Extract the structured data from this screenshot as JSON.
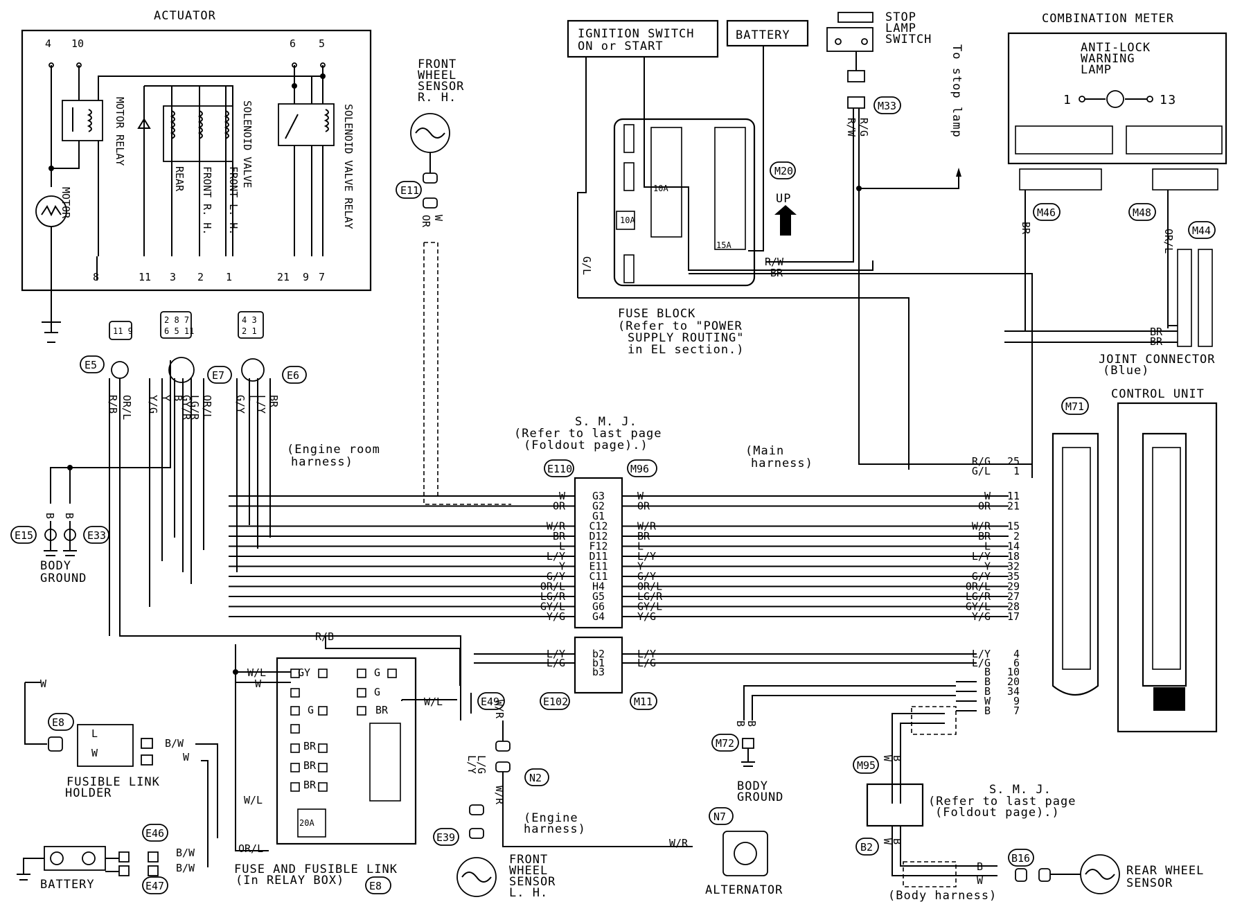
{
  "components": {
    "actuator": {
      "title": "ACTUATOR",
      "motor_relay": "MOTOR RELAY",
      "motor": "MOTOR",
      "solenoid_valve_relay": "SOLENOID VALVE RELAY",
      "solenoid_valve": "SOLENOID VALVE",
      "rear": "REAR",
      "front_rh": "FRONT R. H.",
      "front_lh": "FRONT L. H.",
      "top_pins": [
        "4",
        "10",
        "6",
        "5"
      ],
      "bottom_pins": [
        "8",
        "11",
        "3",
        "2",
        "1",
        "21",
        "9",
        "7"
      ]
    },
    "front_wheel_sensor_rh": [
      "FRONT",
      "WHEEL",
      "SENSOR",
      "R. H."
    ],
    "ignition_switch": [
      "IGNITION SWITCH",
      "ON or START"
    ],
    "battery_top": "BATTERY",
    "stop_lamp_switch": [
      "STOP",
      "LAMP",
      "SWITCH"
    ],
    "to_stop_lamp": "To stop lamp",
    "combination_meter": "COMBINATION METER",
    "anti_lock_lamp": [
      "ANTI-LOCK",
      "WARNING",
      "LAMP"
    ],
    "lamp_pins": [
      "1",
      "13"
    ],
    "fuse_block": [
      "FUSE BLOCK",
      "(Refer to \"POWER",
      "SUPPLY ROUTING\"",
      "in EL section.)"
    ],
    "fuse_10a": "10A",
    "fuse_15a": "15A",
    "up_label": "UP",
    "joint_connector": [
      "JOINT CONNECTOR",
      "(Blue)"
    ],
    "control_unit": "CONTROL UNIT",
    "smj_top": [
      "S. M. J.",
      "(Refer to last page",
      "(Foldout page).)"
    ],
    "engine_room_harness": [
      "(Engine room",
      "harness)"
    ],
    "main_harness": [
      "(Main",
      "harness)"
    ],
    "body_ground": [
      "BODY",
      "GROUND"
    ],
    "fusible_link_holder": [
      "FUSIBLE LINK",
      "HOLDER"
    ],
    "battery_bottom": "BATTERY",
    "fuse_relay_box": [
      "FUSE AND FUSIBLE LINK",
      "(In RELAY BOX)"
    ],
    "fusible_20a": "20A",
    "front_wheel_sensor_lh": [
      "FRONT",
      "WHEEL",
      "SENSOR",
      "L. H."
    ],
    "engine_harness": [
      "(Engine",
      "harness)"
    ],
    "alternator": "ALTERNATOR",
    "smj_bottom": [
      "S. M. J.",
      "(Refer to last page",
      "(Foldout page).)"
    ],
    "rear_wheel_sensor": [
      "REAR WHEEL",
      "SENSOR"
    ],
    "body_harness": "(Body harness)"
  },
  "connectors": {
    "E5": "E5",
    "E6": "E6",
    "E7": "E7",
    "E8": "E8",
    "E8b": "E8",
    "E11": "E11",
    "E15": "E15",
    "E33": "E33",
    "E39": "E39",
    "E46": "E46",
    "E47": "E47",
    "E49": "E49",
    "E102": "E102",
    "E110": "E110",
    "M11": "M11",
    "M20": "M20",
    "M33": "M33",
    "M44": "M44",
    "M46": "M46",
    "M48": "M48",
    "M71": "M71",
    "M72": "M72",
    "M95": "M95",
    "M96": "M96",
    "N2": "N2",
    "N7": "N7",
    "B2": "B2",
    "B16": "B16"
  },
  "connector_faces": {
    "e5": "11 9",
    "e7_top": "2 8 7",
    "e7_bottom": "6 5 11",
    "e6_top": "4 3",
    "e6_bottom": "2 1"
  },
  "smj_rows": [
    {
      "left": "W",
      "pin": "G3",
      "right": "W",
      "cu": "W",
      "n": "11"
    },
    {
      "left": "OR",
      "pin": "G2",
      "right": "OR",
      "cu": "OR",
      "n": "21"
    },
    {
      "left": "",
      "pin": "G1",
      "right": "",
      "cu": "",
      "n": ""
    },
    {
      "left": "W/R",
      "pin": "C12",
      "right": "W/R",
      "cu": "W/R",
      "n": "15"
    },
    {
      "left": "BR",
      "pin": "D12",
      "right": "BR",
      "cu": "BR",
      "n": "2"
    },
    {
      "left": "L",
      "pin": "F12",
      "right": "L",
      "cu": "L",
      "n": "14"
    },
    {
      "left": "L/Y",
      "pin": "D11",
      "right": "L/Y",
      "cu": "L/Y",
      "n": "18"
    },
    {
      "left": "Y",
      "pin": "E11",
      "right": "Y",
      "cu": "Y",
      "n": "32"
    },
    {
      "left": "G/Y",
      "pin": "C11",
      "right": "G/Y",
      "cu": "G/Y",
      "n": "35"
    },
    {
      "left": "OR/L",
      "pin": "H4",
      "right": "OR/L",
      "cu": "OR/L",
      "n": "29"
    },
    {
      "left": "LG/R",
      "pin": "G5",
      "right": "LG/R",
      "cu": "LG/R",
      "n": "27"
    },
    {
      "left": "GY/L",
      "pin": "G6",
      "right": "GY/L",
      "cu": "GY/L",
      "n": "28"
    },
    {
      "left": "Y/G",
      "pin": "G4",
      "right": "Y/G",
      "cu": "Y/G",
      "n": "17"
    }
  ],
  "cu_top_rows": [
    {
      "label": "R/G",
      "n": "25"
    },
    {
      "label": "G/L",
      "n": "1"
    }
  ],
  "smj2_rows": [
    {
      "left": "L/Y",
      "pin": "b2",
      "right": "L/Y",
      "cu": "L/Y",
      "n": "4"
    },
    {
      "left": "L/G",
      "pin": "b1",
      "right": "L/G",
      "cu": "L/G",
      "n": "6"
    },
    {
      "left": "",
      "pin": "b3",
      "right": "",
      "cu": "B",
      "n": "10"
    }
  ],
  "cu_b_rows": [
    {
      "label": "B",
      "n": "20"
    },
    {
      "label": "B",
      "n": "34"
    },
    {
      "label": "W",
      "n": "9"
    },
    {
      "label": "B",
      "n": "7"
    }
  ],
  "wire_labels": {
    "rw": "R/W",
    "br_fuse": "BR",
    "gl": "G/L",
    "rg": "R/G",
    "rw2": "R/W",
    "br_m46": "BR",
    "orl_m48": "OR/L",
    "br_j1": "BR",
    "br_j2": "BR",
    "rb": "R/B",
    "orl_e5": "OR/L",
    "yg": "Y/G",
    "y_e7": "Y",
    "b_e7": "B",
    "gyr": "GY/R",
    "lgr": "LG/R",
    "orl_e7": "OR/L",
    "gy": "G/Y",
    "l_e6": "L",
    "ly_e6": "L/Y",
    "br_e6": "BR",
    "w_e11": "W",
    "or_e11": "OR",
    "b_e15": "B",
    "b_e33": "B",
    "rb2": "R/B",
    "wl1": "W/L",
    "w1": "W",
    "w_left": "W",
    "wl2": "W/L",
    "wl3": "W/L",
    "orl_fuse": "OR/L",
    "bw1": "B/W",
    "w_fl": "W",
    "bw2": "B/W",
    "bw3": "B/W",
    "l_fl": "L",
    "w_fl2": "W",
    "gy_fb": "GY",
    "g1": "G",
    "g2": "G",
    "g3": "G",
    "br1": "BR",
    "br2": "BR",
    "br3": "BR",
    "br4": "BR",
    "wr_e49": "W/R",
    "wr_n2": "W/R",
    "ly_b": "L/Y",
    "lg_b": "L/G",
    "wr_n7": "W/R",
    "b_m72": "B",
    "b_m72b": "B",
    "w_m95": "W",
    "b_m95": "B",
    "w_b2": "W",
    "b_b2": "B",
    "b_b16": "B",
    "w_b16": "W"
  }
}
